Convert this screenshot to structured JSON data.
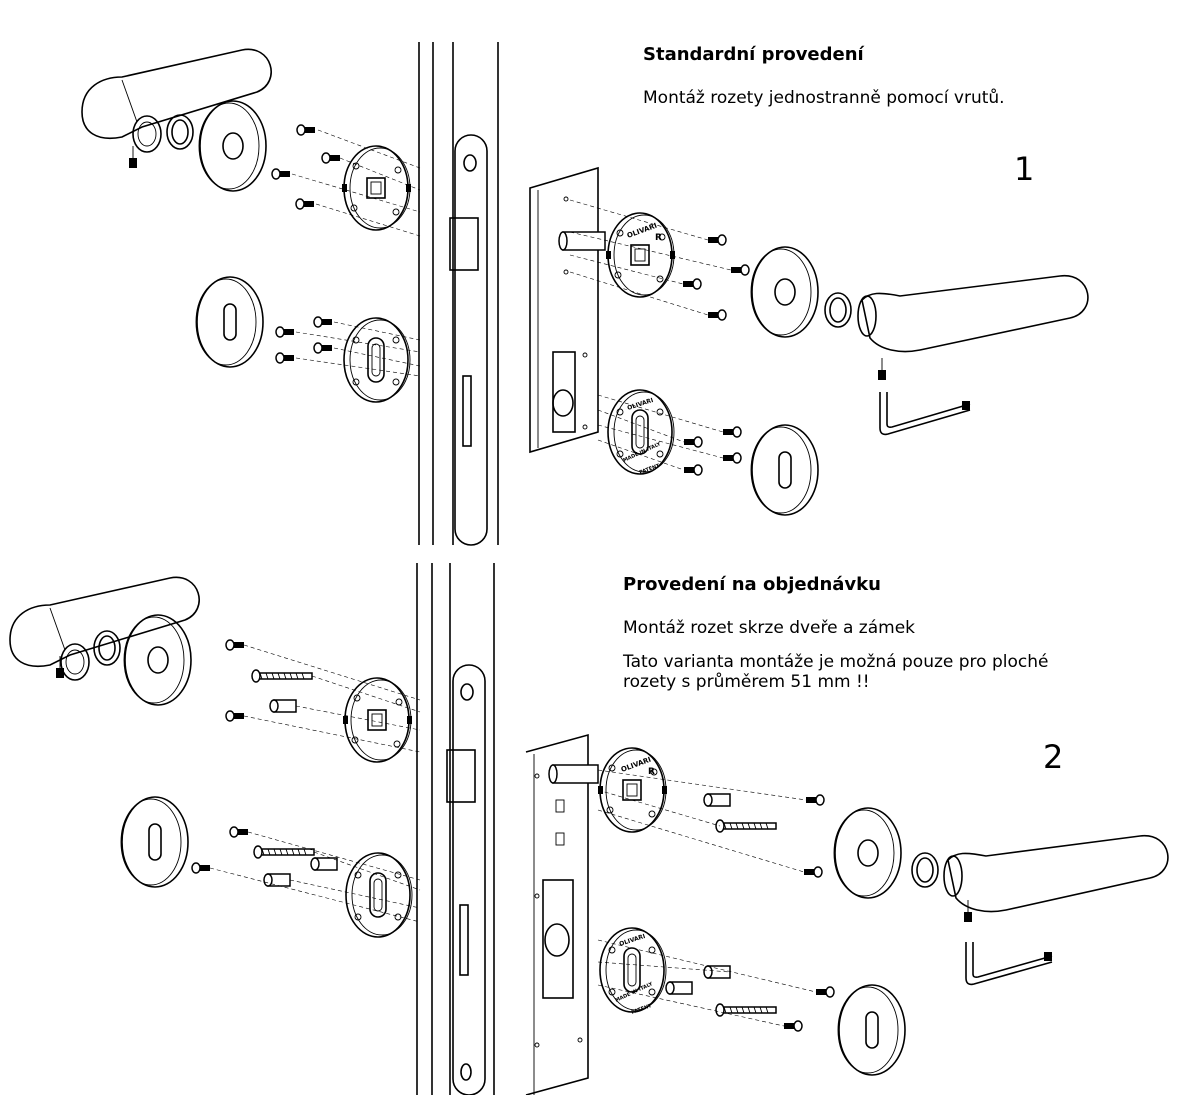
{
  "section1": {
    "title": "Standardní provedení",
    "description": "Montáž rozety jednostranně pomocí vrutů.",
    "number": "1"
  },
  "section2": {
    "title": "Provedení na objednávku",
    "description": "Montáž rozet skrze dveře a zámek",
    "note_line1": "Tato varianta montáže je možná pouze pro ploché",
    "note_line2": "rozety s průměrem 51 mm !!",
    "number": "2"
  },
  "engraving": {
    "brand": "OLIVARI",
    "side": "R",
    "made_in": "MADE IN ITALY",
    "patent": "PATENT"
  }
}
